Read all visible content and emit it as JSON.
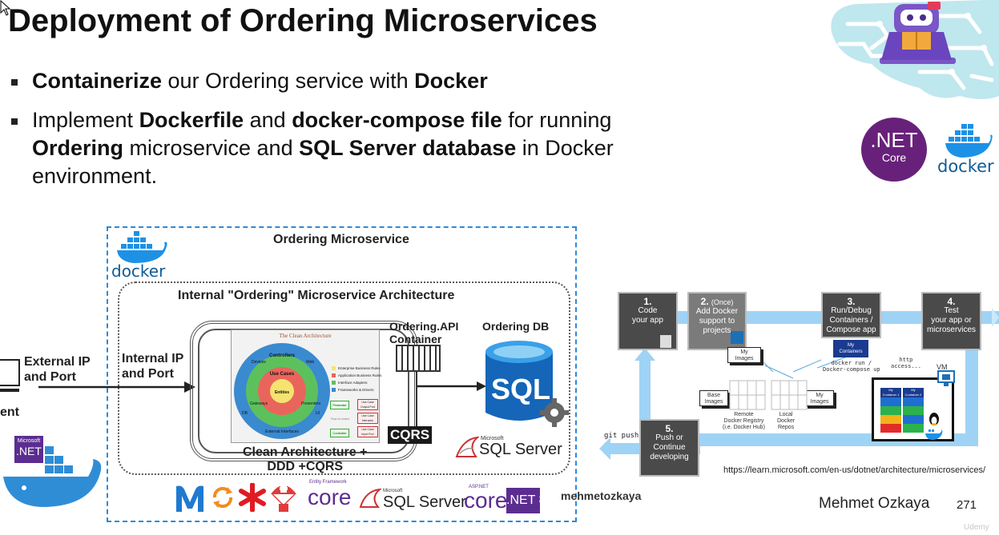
{
  "slide": {
    "title": "Deployment of Ordering Microservices",
    "bullets": [
      {
        "parts": [
          [
            "b",
            "Containerize"
          ],
          [
            "t",
            " our Ordering service with "
          ],
          [
            "b",
            "Docker"
          ]
        ]
      },
      {
        "parts": [
          [
            "t",
            "Implement "
          ],
          [
            "b",
            "Dockerfile"
          ],
          [
            "t",
            " and "
          ],
          [
            "b",
            "docker-compose file"
          ],
          [
            "t",
            " for running "
          ],
          [
            "b",
            "Ordering"
          ],
          [
            "t",
            " microservice and "
          ],
          [
            "b",
            "SQL Server database"
          ],
          [
            "t",
            " in Docker environment."
          ]
        ]
      }
    ],
    "author": "Mehmet Ozkaya",
    "page_number": "271",
    "watermark": "Udemy"
  },
  "badges": {
    "net_line1": ".NET",
    "net_line2": "Core",
    "docker": "docker"
  },
  "diagram": {
    "docker_label": "docker",
    "outer_title": "Ordering Microservice",
    "inner_title": "Internal \"Ordering\" Microservice Architecture",
    "external_ip": "External IP\nand Port",
    "internal_ip": "Internal IP\nand Port",
    "client_cut": "ent",
    "ms_net_small": "Microsoft",
    "ms_net": ".NET",
    "api_container": "Ordering.API\nContainer",
    "ordering_db": "Ordering DB",
    "sql_logo": "SQL",
    "cqrs": "CQRS",
    "clean_label": "Clean Architecture +\nDDD +CQRS",
    "sql_server_small": "Microsoft",
    "sql_server": "SQL Server",
    "clean_arch": {
      "title": "The Clean Architecture",
      "rings": [
        "Entities",
        "Use Cases",
        "Controllers",
        "Devices",
        "Web",
        "DB",
        "UI",
        "External Interfaces",
        "Gateways",
        "Presenters"
      ],
      "legend": [
        "Enterprise Business Rules",
        "Application Business Rules",
        "Interface Adapters",
        "Frameworks & Drivers"
      ],
      "flow": [
        "Presenter",
        "Use Case Output Port",
        "Use Case Interactor",
        "Use Case Input Port",
        "Controller"
      ],
      "flow_label": "Flow of control"
    }
  },
  "logos_row": {
    "ef_small": "Entity Framework",
    "core": "core",
    "sql_small": "Microsoft",
    "sql": "SQL Server",
    "asp_small": "ASP.NET",
    "net8": ".NET 8",
    "author_handle": "mehmetozkaya"
  },
  "workflow": {
    "steps": [
      {
        "num": "1.",
        "text": "Code\nyour app"
      },
      {
        "num": "2.",
        "note": "(Once)",
        "text": "Add Docker\nsupport to\nprojects"
      },
      {
        "num": "3.",
        "text": "Run/Debug\nContainers /\nCompose app"
      },
      {
        "num": "4.",
        "text": "Test\nyour app or\nmicroservices"
      },
      {
        "num": "5.",
        "text": "Push or\nContinue\ndeveloping"
      }
    ],
    "my_images": "My\nImages",
    "my_images2": "My\nImages",
    "base_images": "Base\nImages",
    "my_containers": "My\nContainers",
    "remote_registry": "Remote\nDocker Registry\n(i.e. Docker Hub)",
    "local_repos": "Local\nDocker\nRepos",
    "docker_run": "docker run /\nDocker-compose up",
    "http_access": "http\naccess...",
    "vm": "VM",
    "container1": "My\nContainer 1",
    "container2": "My\nContainer 2",
    "git_push": "git push",
    "url": "https://learn.microsoft.com/en-us/dotnet/architecture/microservices/"
  }
}
